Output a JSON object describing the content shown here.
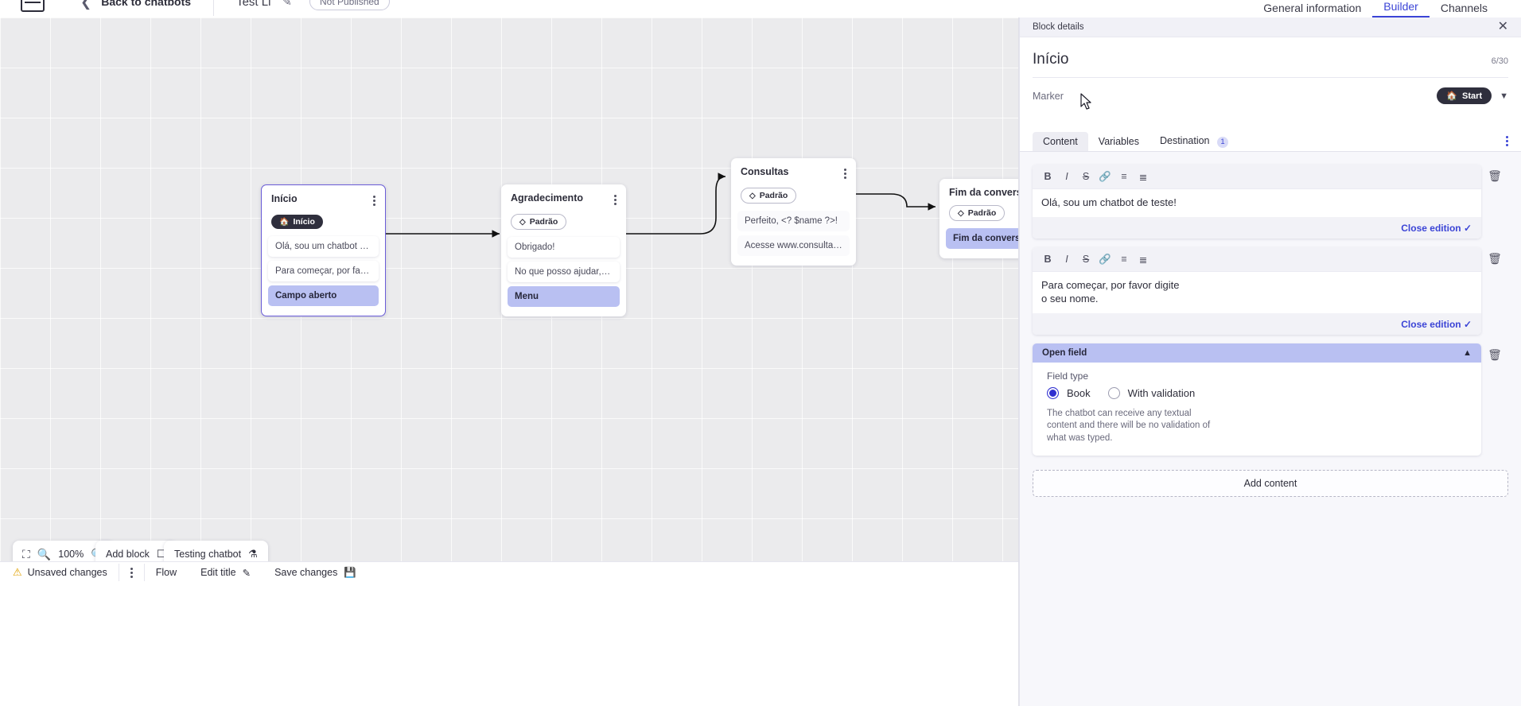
{
  "topbar": {
    "logo_icon": "app-logo-icon",
    "back_chevron_icon": "chevron-left-icon",
    "back_label": "Back to chatbots",
    "bot_title": "Test Li",
    "edit_icon": "pencil-icon",
    "status_pill": "Not Published",
    "tabs": [
      {
        "label": "General information",
        "active": false
      },
      {
        "label": "Builder",
        "active": true
      },
      {
        "label": "Channels",
        "active": false
      }
    ]
  },
  "canvas": {
    "blocks": [
      {
        "title": "Início",
        "tag": {
          "label": "Início",
          "icon": "home-icon",
          "style": "dark"
        },
        "rows": [
          {
            "text": "Olá, sou um chatbot de teste!",
            "highlight": false
          },
          {
            "text": "Para começar, por favor digite o ...",
            "highlight": false
          },
          {
            "text": "Campo aberto",
            "highlight": true
          }
        ]
      },
      {
        "title": "Agradecimento",
        "tag": {
          "label": "Padrão",
          "icon": "tag-icon",
          "style": "outline"
        },
        "rows": [
          {
            "text": "Obrigado!",
            "highlight": false
          },
          {
            "text": "No que posso ajudar, <? $name ...",
            "highlight": false
          },
          {
            "text": "Menu",
            "highlight": true
          }
        ]
      },
      {
        "title": "Consultas",
        "tag": {
          "label": "Padrão",
          "icon": "tag-icon",
          "style": "outline"
        },
        "rows": [
          {
            "text": "Perfeito, <? $name ?>!",
            "highlight": false
          },
          {
            "text": "Acesse www.consultas.com par...",
            "highlight": false
          }
        ]
      },
      {
        "title": "Fim da conversa",
        "tag": {
          "label": "Padrão",
          "icon": "tag-icon",
          "style": "outline"
        },
        "rows": [
          {
            "text": "Fim da conversa",
            "highlight": true
          }
        ]
      }
    ],
    "controls": {
      "fit_icon": "fit-screen-icon",
      "zoom_out_icon": "zoom-out-icon",
      "zoom_level": "100%",
      "zoom_in_icon": "zoom-in-icon",
      "add_block_label": "Add block",
      "add_block_icon": "add-block-icon",
      "testing_label": "Testing chatbot",
      "testing_icon": "flask-icon"
    }
  },
  "footer": {
    "warning_icon": "warning-triangle-icon",
    "warning_text": "Unsaved changes",
    "kebab_icon": "more-vertical-icon",
    "flow_label": "Flow",
    "edit_title_label": "Edit title",
    "edit_title_icon": "pencil-icon",
    "save_label": "Save changes",
    "save_icon": "save-icon"
  },
  "panel": {
    "header_label": "Block details",
    "close_icon": "close-icon",
    "block_title": "Início",
    "char_count": "6/30",
    "marker_label": "Marker",
    "marker_value": "Start",
    "marker_icon": "home-icon",
    "marker_chevron_icon": "chevron-down-icon",
    "tabs": [
      {
        "label": "Content",
        "active": true,
        "badge": ""
      },
      {
        "label": "Variables",
        "active": false,
        "badge": ""
      },
      {
        "label": "Destination",
        "active": false,
        "badge": "1"
      }
    ],
    "overflow_icon": "more-vertical-icon",
    "editor_tools": [
      {
        "icon": "bold-icon",
        "glyph": "B"
      },
      {
        "icon": "italic-icon",
        "glyph": "I"
      },
      {
        "icon": "strikethrough-icon",
        "glyph": "S"
      },
      {
        "icon": "link-icon",
        "glyph": "🔗"
      },
      {
        "icon": "bullet-list-icon",
        "glyph": "☰"
      },
      {
        "icon": "numbered-list-icon",
        "glyph": "≣"
      }
    ],
    "editors": [
      {
        "text": "Olá, sou um chatbot de teste!",
        "close_label": "Close edition",
        "check_icon": "check-icon",
        "delete_icon": "trash-icon"
      },
      {
        "text": "Para começar, por favor digite o seu nome.",
        "close_label": "Close edition",
        "check_icon": "check-icon",
        "delete_icon": "trash-icon"
      }
    ],
    "open_field": {
      "header": "Open field",
      "collapse_icon": "chevron-up-icon",
      "delete_icon": "trash-icon",
      "field_type_label": "Field type",
      "options": [
        {
          "label": "Book",
          "selected": true
        },
        {
          "label": "With validation",
          "selected": false
        }
      ],
      "description": "The chatbot can receive any textual content and there will be no validation of what was typed."
    },
    "add_content_label": "Add content"
  },
  "colors": {
    "accent": "#3b44d6",
    "highlight": "#b9c0f2",
    "dark_pill": "#2f2f3d",
    "canvas_bg": "#ebebed"
  }
}
